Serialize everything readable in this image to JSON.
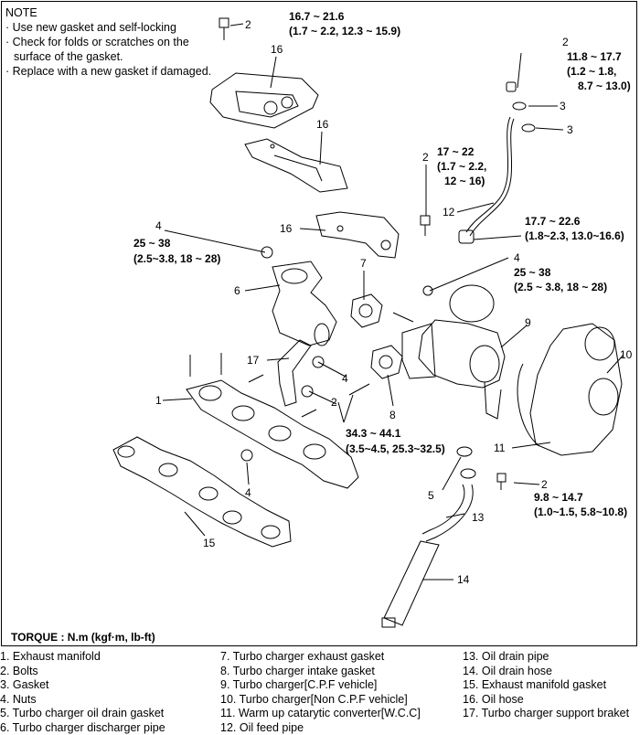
{
  "note": {
    "title": "NOTE",
    "lines": [
      "· Use new gasket and self-locking",
      "· Check for folds or scratches on the",
      "surface of the gasket.",
      "· Replace with a new gasket if damaged."
    ]
  },
  "torque_label": "TORQUE : N.m (kgf·m, lb-ft)",
  "callouts": {
    "n2": "2",
    "n3": "3",
    "n4": "4",
    "n5": "5",
    "n6": "6",
    "n7": "7",
    "n8": "8",
    "n9": "9",
    "n10": "10",
    "n11": "11",
    "n12": "12",
    "n13": "13",
    "n14": "14",
    "n15": "15",
    "n16": "16",
    "n17": "17",
    "n1": "1"
  },
  "torques": {
    "t1": [
      "16.7 ~ 21.6",
      "(1.7 ~ 2.2, 12.3 ~ 15.9)"
    ],
    "t2": [
      "11.8 ~ 17.7",
      "(1.2 ~ 1.8,",
      "8.7 ~ 13.0)"
    ],
    "t3": [
      "17 ~ 22",
      "(1.7 ~ 2.2,",
      "12 ~ 16)"
    ],
    "t4": [
      "17.7 ~ 22.6",
      "(1.8~2.3, 13.0~16.6)"
    ],
    "t5": [
      "25 ~ 38",
      "(2.5~3.8, 18 ~ 28)"
    ],
    "t6": [
      "25 ~ 38",
      "(2.5 ~ 3.8, 18 ~ 28)"
    ],
    "t7": [
      "34.3 ~ 44.1",
      "(3.5~4.5, 25.3~32.5)"
    ],
    "t8": [
      "9.8 ~ 14.7",
      "(1.0~1.5, 5.8~10.8)"
    ]
  },
  "legend": {
    "col1": [
      "1.  Exhaust manifold",
      "2.  Bolts",
      "3.  Gasket",
      "4.  Nuts",
      "5.  Turbo charger oil drain gasket",
      "6.  Turbo charger discharger pipe"
    ],
    "col2": [
      "7.  Turbo charger exhaust gasket",
      "8.  Turbo charger intake gasket",
      "9.  Turbo charger[C.P.F vehicle]",
      "10. Turbo charger[Non C.P.F vehicle]",
      "11.  Warm up catarytic converter[W.C.C]",
      "12.  Oil feed pipe"
    ],
    "col3": [
      "13.  Oil drain pipe",
      "14.  Oil drain hose",
      "15.  Exhaust manifold gasket",
      "16.  Oil hose",
      "17.  Turbo charger support braket"
    ]
  }
}
